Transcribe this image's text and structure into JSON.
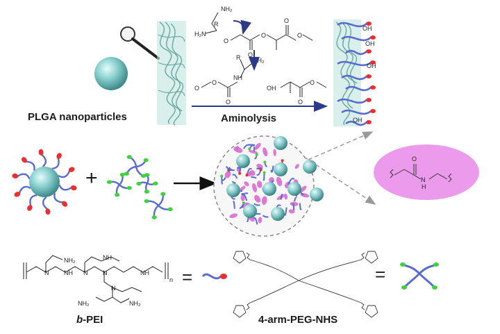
{
  "labels": {
    "plga_nanoparticles": "PLGA  nanoparticles",
    "aminolysis": "Aminolysis",
    "plus": "+",
    "equals_1": "=",
    "equals_2": "=",
    "bpei_prefix": "b",
    "bpei_suffix": "-PEI",
    "peg_nhs": "4-arm-PEG-NHS"
  },
  "chem_text": {
    "nh2": "NH₂",
    "h2n": "H₂N",
    "r": "R",
    "o": "O",
    "oh": "OH",
    "nh": "NH",
    "n": "N",
    "h": "H",
    "subscript_n": "n"
  },
  "colors": {
    "sphere": "#7fcdcd",
    "arm_blue": "#5a6bd0",
    "tip_red": "#e83030",
    "tip_green": "#3fd23f",
    "mesh": "#7dbcb5",
    "arrow": "#2c3a8a",
    "amide_ellipse": "#ec9bec",
    "bridge_magenta": "#d66bd0",
    "dashed": "#9a9a9a"
  }
}
